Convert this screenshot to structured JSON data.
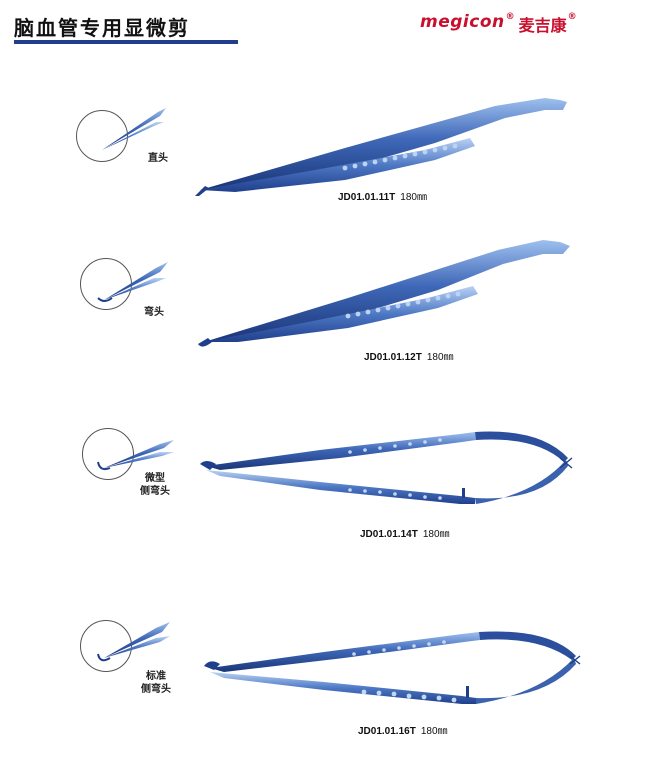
{
  "header": {
    "title": "脑血管专用显微剪",
    "brand_name": "megicon",
    "brand_reg": "®",
    "brand_cn": "麦吉康",
    "brand_cn_reg": "®"
  },
  "colors": {
    "title_underline": "#1f3f8c",
    "brand": "#c8102e",
    "instrument_dark": "#1f3f8c",
    "instrument_light": "#7fa6df"
  },
  "products": [
    {
      "tip_label_line1": "直头",
      "tip_label_line2": "",
      "code": "JD01.01.11T",
      "size": "180㎜"
    },
    {
      "tip_label_line1": "弯头",
      "tip_label_line2": "",
      "code": "JD01.01.12T",
      "size": "180㎜"
    },
    {
      "tip_label_line1": "微型",
      "tip_label_line2": "侧弯头",
      "code": "JD01.01.14T",
      "size": "180㎜"
    },
    {
      "tip_label_line1": "标准",
      "tip_label_line2": "侧弯头",
      "code": "JD01.01.16T",
      "size": "180㎜"
    }
  ]
}
